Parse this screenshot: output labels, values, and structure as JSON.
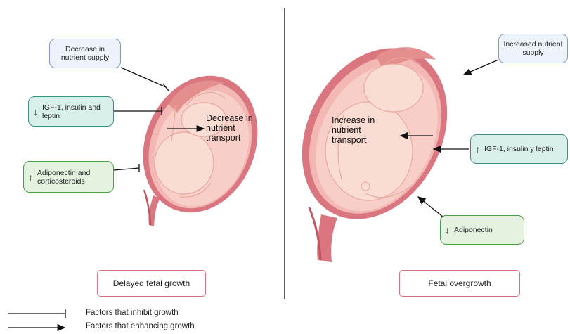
{
  "left_panel": {
    "factors": {
      "nutrient_supply": "Decrease in nutrient supply",
      "hormones": "IGF-1, insulin and leptin",
      "hormones_direction": "down",
      "adipo": "Adiponectin and corticosteroids",
      "adipo_direction": "up"
    },
    "transport_label": "Decrease in nutrient transport",
    "outcome": "Delayed fetal growth"
  },
  "right_panel": {
    "factors": {
      "nutrient_supply": "Increased nutrient supply",
      "hormones": "IGF-1, insulin y leptin",
      "hormones_direction": "up",
      "adipo": "Adiponectin",
      "adipo_direction": "down"
    },
    "transport_label": "Increase in nutrient transport",
    "outcome": "Fetal overgrowth"
  },
  "legend": {
    "inhibit": "Factors that inhibit growth",
    "enhance": "Factors that enhancing growth"
  },
  "colors": {
    "uterus_wall": "#d9767f",
    "uterus_inner": "#f6c9c4",
    "fetus": "#f9d8cf",
    "placenta": "#e48e8e"
  }
}
